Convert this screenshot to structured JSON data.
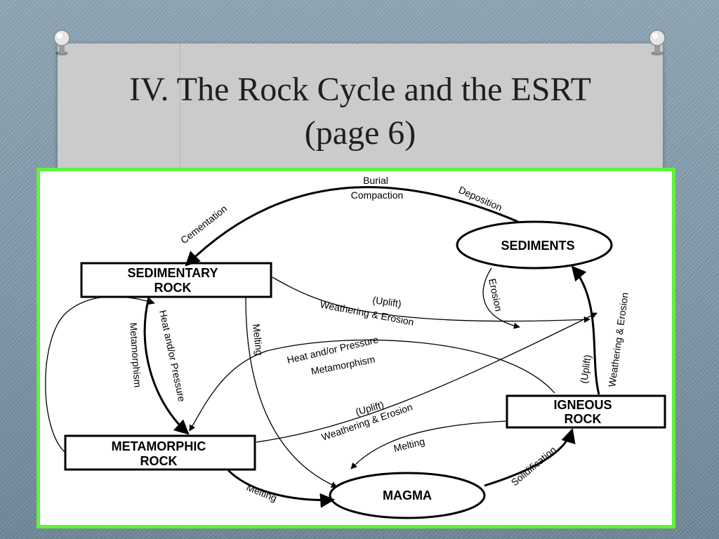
{
  "slide": {
    "title_line1": "IV. The Rock Cycle and the ESRT",
    "title_line2": "(page 6)"
  },
  "colors": {
    "frame_border": "#5ff23a",
    "title_card": "#c9cbcc",
    "background": "#7f98aa"
  },
  "diagram": {
    "nodes": {
      "sediments": "SEDIMENTS",
      "sedimentary_line1": "SEDIMENTARY",
      "sedimentary_line2": "ROCK",
      "metamorphic_line1": "METAMORPHIC",
      "metamorphic_line2": "ROCK",
      "igneous_line1": "IGNEOUS",
      "igneous_line2": "ROCK",
      "magma": "MAGMA"
    },
    "labels": {
      "burial": "Burial",
      "compaction": "Compaction",
      "deposition": "Deposition",
      "cementation": "Cementation",
      "erosion": "Erosion",
      "uplift_top": "(Uplift)",
      "weathering_top": "Weathering & Erosion",
      "heat_pressure_left": "Heat and/or Pressure",
      "metamorphism_left": "Metamorphism",
      "melting_sed": "Melting",
      "heat_pressure_mid": "Heat and/or Pressure",
      "metamorphism_mid": "Metamorphism",
      "uplift_mid": "(Uplift)",
      "weathering_mid": "Weathering & Erosion",
      "uplift_right": "(Uplift)",
      "weathering_right": "Weathering & Erosion",
      "melting_igneous": "Melting",
      "solidification": "Solidification",
      "melting_meta": "Melting"
    }
  }
}
